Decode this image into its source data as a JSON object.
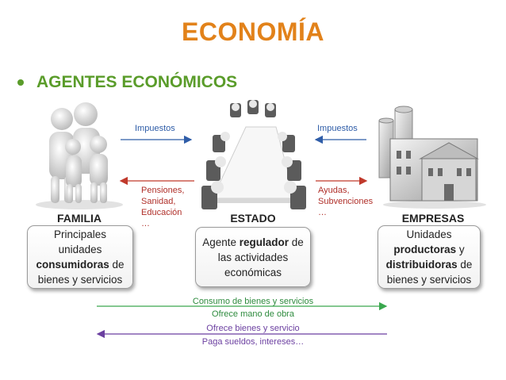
{
  "title": "ECONOMÍA",
  "subtitle": "AGENTES ECONÓMICOS",
  "familia": {
    "label": "FAMILIA",
    "desc_1": "Principales unidades",
    "desc_bold": "consumidoras",
    "desc_2": " de bienes y servicios"
  },
  "estado": {
    "label": "ESTADO",
    "desc_1": "Agente ",
    "desc_bold": "regulador",
    "desc_2": " de las actividades económicas"
  },
  "empresas": {
    "label": "EMPRESAS",
    "desc_1": "Unidades ",
    "desc_bold1": "productoras",
    "desc_mid": " y ",
    "desc_bold2": "distribuidoras",
    "desc_2": " de bienes y servicios"
  },
  "flows": {
    "impuestos_left": "Impuestos",
    "impuestos_right": "Impuestos",
    "pensiones": [
      "Pensiones,",
      "Sanidad,",
      "Educación",
      "…"
    ],
    "ayudas": [
      "Ayudas,",
      "Subvenciones",
      "…"
    ],
    "consumo": "Consumo de bienes y servicios",
    "mano_obra": "Ofrece mano de obra",
    "ofrece_bienes": "Ofrece bienes y servicio",
    "paga": "Paga sueldos, intereses…"
  },
  "colors": {
    "title": "#e2821a",
    "subtitle": "#5a9c2a",
    "impuestos_arrow": "#2f5da8",
    "pensiones_arrow": "#c0392b",
    "consumo_arrow": "#3aa84e",
    "ofrece_arrow": "#6b3fa0"
  },
  "icons": [
    "family-icon",
    "meeting-table-icon",
    "factory-icon"
  ]
}
